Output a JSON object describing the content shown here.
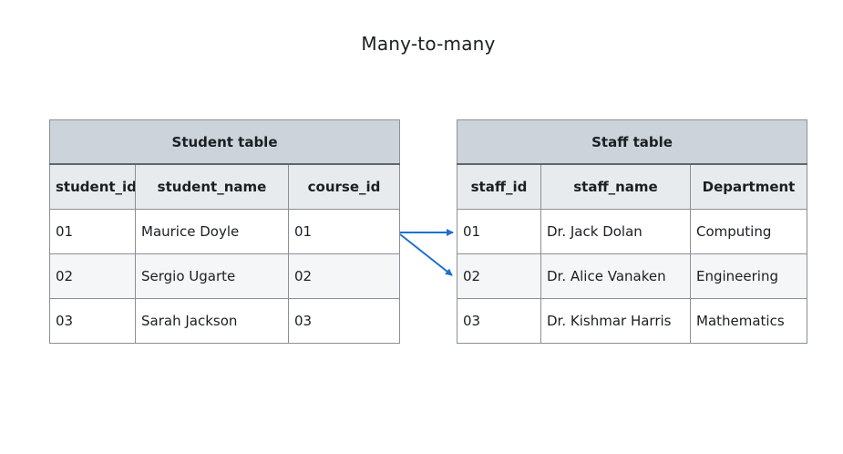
{
  "title": "Many-to-many",
  "student_table": {
    "caption": "Student table",
    "columns": [
      "student_id",
      "student_name",
      "course_id"
    ],
    "rows": [
      [
        "01",
        "Maurice Doyle",
        "01"
      ],
      [
        "02",
        "Sergio Ugarte",
        "02"
      ],
      [
        "03",
        "Sarah Jackson",
        "03"
      ]
    ]
  },
  "staff_table": {
    "caption": "Staff table",
    "columns": [
      "staff_id",
      "staff_name",
      "Department"
    ],
    "rows": [
      [
        "01",
        "Dr. Jack Dolan",
        "Computing"
      ],
      [
        "02",
        "Dr. Alice Vanaken",
        "Engineering"
      ],
      [
        "03",
        "Dr. Kishmar Harris",
        "Mathematics"
      ]
    ]
  },
  "colors": {
    "arrow": "#1f6fd1",
    "caption_bg": "#ccd3da",
    "header_bg": "#e8ebee"
  }
}
